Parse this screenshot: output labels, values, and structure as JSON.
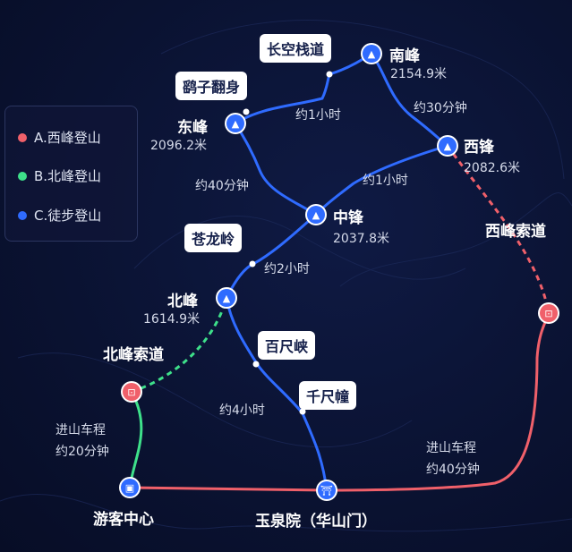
{
  "legend": [
    {
      "label": "A.西峰登山",
      "color": "#f0606a"
    },
    {
      "label": "B.北峰登山",
      "color": "#3ee08a"
    },
    {
      "label": "C.徒步登山",
      "color": "#2f6bff"
    }
  ],
  "peaks": {
    "north": {
      "name": "北峰",
      "altitude": "1614.9米"
    },
    "middle": {
      "name": "中锋",
      "altitude": "2037.8米"
    },
    "east": {
      "name": "东峰",
      "altitude": "2096.2米"
    },
    "south": {
      "name": "南峰",
      "altitude": "2154.9米"
    },
    "west": {
      "name": "西锋",
      "altitude": "2082.6米"
    }
  },
  "spots": {
    "changkong": "长空栈道",
    "yaozi": "鹞子翻身",
    "canglong": "苍龙岭",
    "baichi": "百尺峡",
    "qianchi": "千尺幢"
  },
  "places": {
    "visitor_center": "游客中心",
    "yuquan": "玉泉院（华山门）",
    "north_cable": "北峰索道",
    "west_cable": "西峰索道"
  },
  "times": {
    "east_south": "约1小时",
    "south_west": "约30分钟",
    "west_middle": "约1小时",
    "east_middle": "约40分钟",
    "north_middle": "约2小时",
    "yuquan_north": "约4小时",
    "drive_north_l1": "进山车程",
    "drive_north_l2": "约20分钟",
    "drive_west_l1": "进山车程",
    "drive_west_l2": "约40分钟"
  }
}
